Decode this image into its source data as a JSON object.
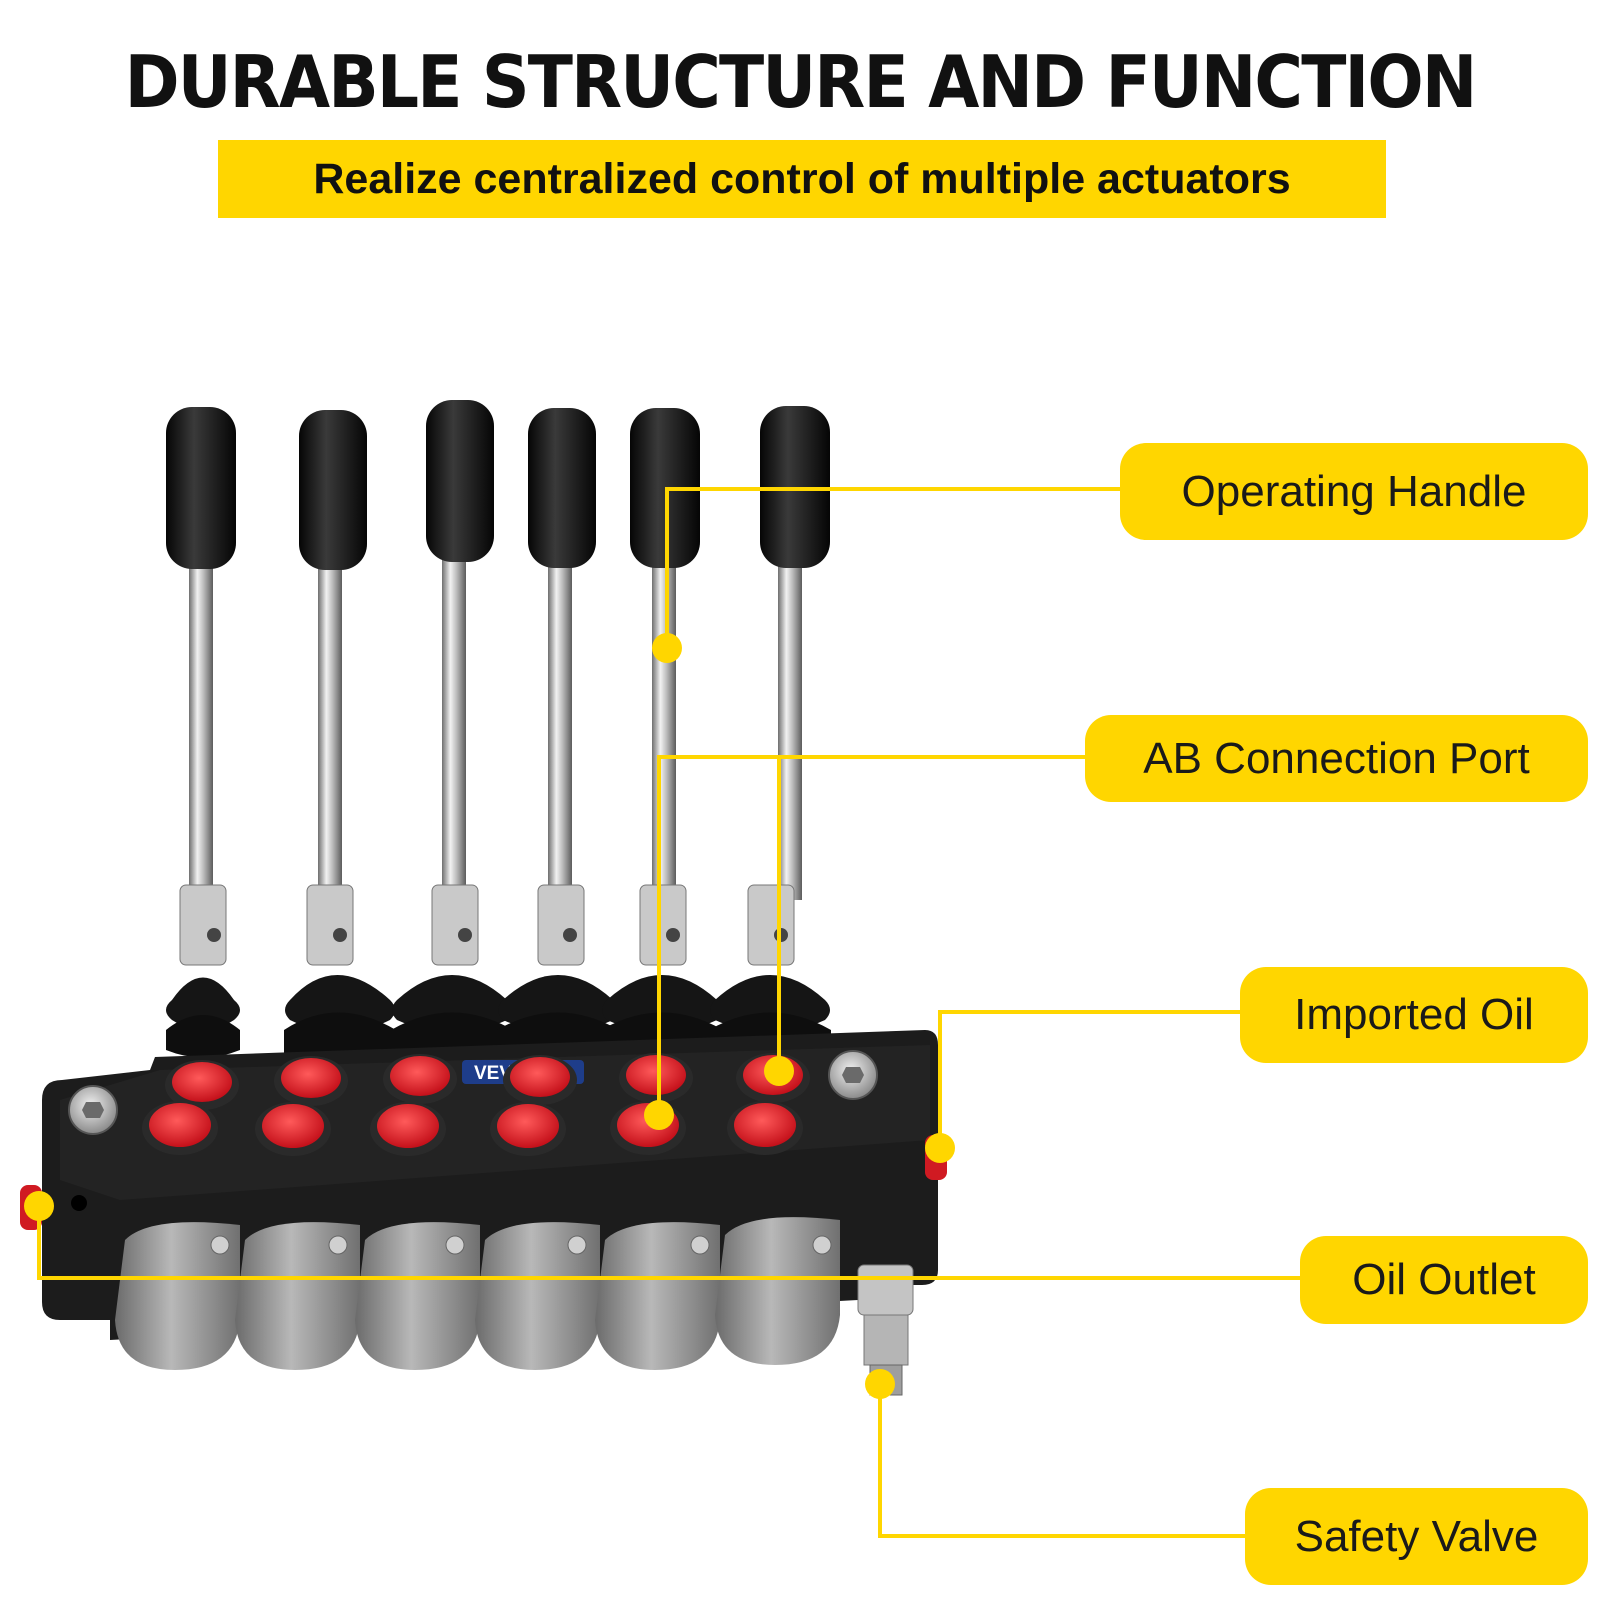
{
  "header": {
    "title": "DURABLE STRUCTURE AND FUNCTION",
    "subtitle": "Realize centralized control of multiple actuators"
  },
  "product": {
    "brand_mark": "VEVOR",
    "levers": 6,
    "ports": 12
  },
  "callouts": [
    {
      "id": "operating-handle",
      "label": "Operating Handle"
    },
    {
      "id": "ab-connection-port",
      "label": "AB Connection Port"
    },
    {
      "id": "imported-oil",
      "label": "Imported Oil"
    },
    {
      "id": "oil-outlet",
      "label": "Oil Outlet"
    },
    {
      "id": "safety-valve",
      "label": "Safety Valve"
    }
  ],
  "colors": {
    "accent": "#ffd600",
    "port_caps": "#e8202a",
    "body": "#1b1b1b",
    "spool_caps": "#9a9a9a"
  }
}
